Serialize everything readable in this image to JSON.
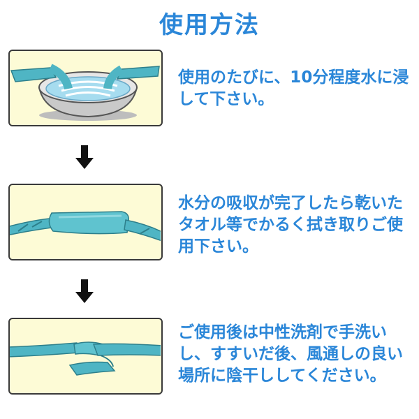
{
  "title": "使用方法",
  "steps": [
    {
      "text": "使用のたびに、10分程度水に浸して下さい。"
    },
    {
      "text": "水分の吸収が完了したら乾いたタオル等でかるく拭き取りご使用下さい。"
    },
    {
      "text": "ご使用後は中性洗剤で手洗いし、すすいだ後、風通しの良い場所に陰干ししてください。"
    }
  ],
  "colors": {
    "text_blue": "#2a86d8",
    "panel_bg": "#fdfbd6",
    "band_teal": "#4fb5c4",
    "water_blue": "#a6dcef",
    "bowl_gray": "#c9c9c9"
  },
  "icons": [
    "down-arrow-icon",
    "down-arrow-icon"
  ]
}
